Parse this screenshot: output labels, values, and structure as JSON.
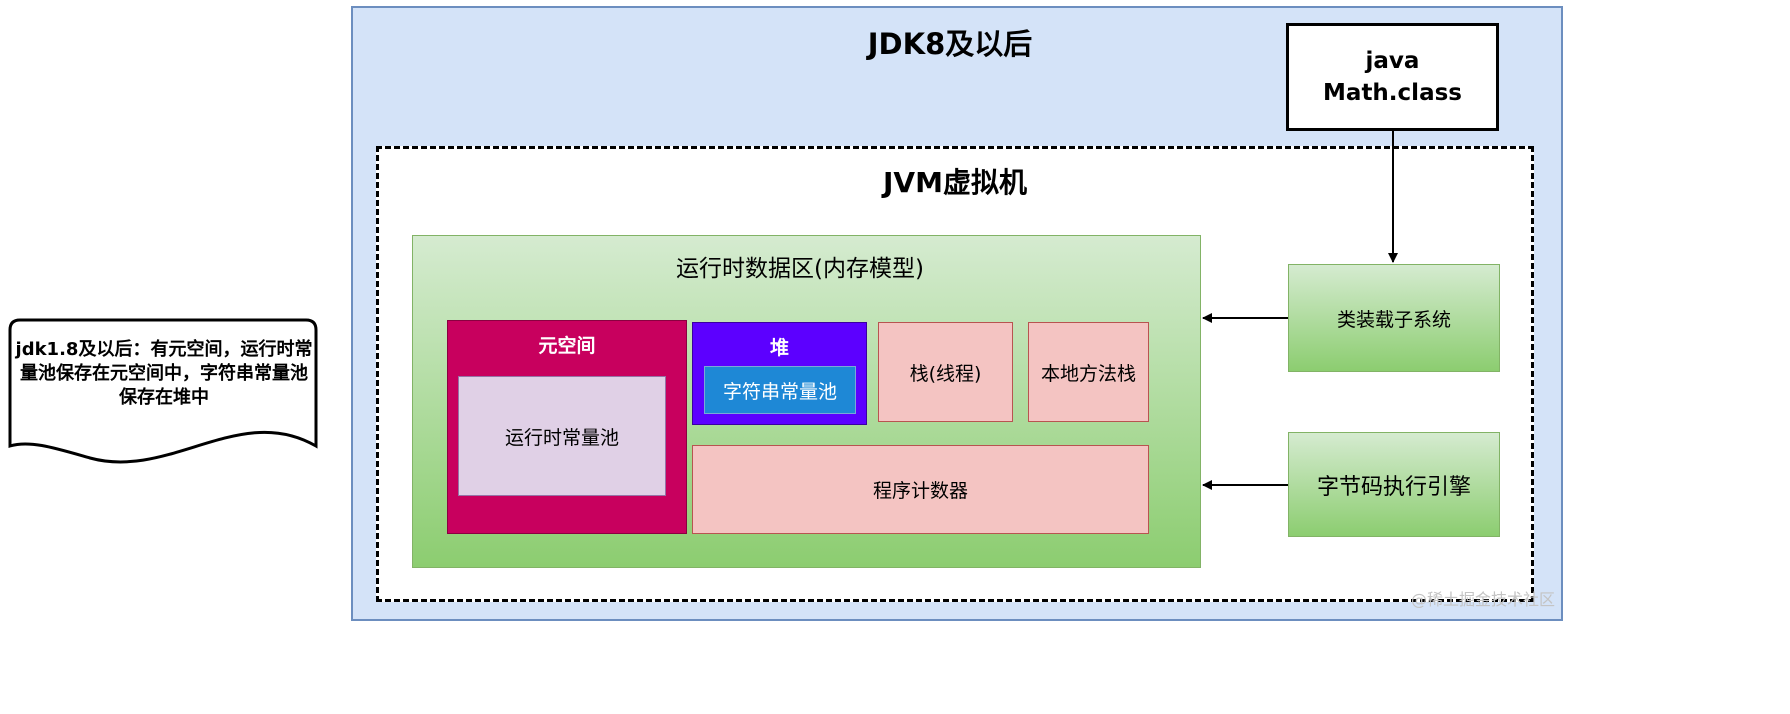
{
  "jdk": {
    "title": "JDK8及以后"
  },
  "class_file": {
    "line1": "java",
    "line2": "Math.class"
  },
  "jvm": {
    "title": "JVM虚拟机"
  },
  "runtime_area": {
    "title": "运行时数据区(内存模型)",
    "metaspace": {
      "label": "元空间",
      "runtime_constant_pool": "运行时常量池"
    },
    "heap": {
      "label": "堆",
      "string_constant_pool": "字符串常量池"
    },
    "stack": "栈(线程)",
    "native_method_stack": "本地方法栈",
    "program_counter": "程序计数器"
  },
  "class_loader": "类装载子系统",
  "execution_engine": "字节码执行引擎",
  "note": {
    "text": "jdk1.8及以后：有元空间，运行时常量池保存在元空间中，字符串常量池保存在堆中"
  },
  "watermark": "@稀土掘金技术社区",
  "colors": {
    "jdk_frame": "#d4e3f8",
    "metaspace": "#c8005e",
    "heap": "#5c00ff",
    "string_pool": "#1e88d6",
    "runtime_pool": "#e0d0e6",
    "pink_box": "#f4c4c2",
    "green_box": "#8ccd70"
  }
}
